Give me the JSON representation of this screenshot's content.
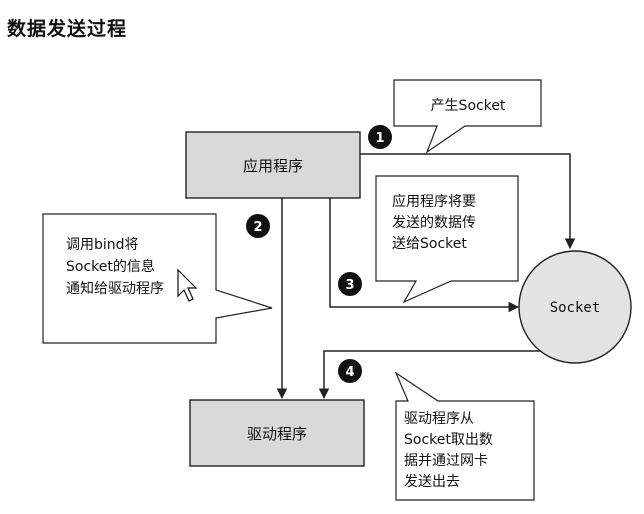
{
  "title": "数据发送过程",
  "nodes": {
    "app": "应用程序",
    "driver": "驱动程序",
    "socket": "Socket"
  },
  "steps": [
    "1",
    "2",
    "3",
    "4"
  ],
  "callouts": {
    "c1": [
      "产生Socket"
    ],
    "c2": [
      "调用bind将",
      "Socket的信息",
      "通知给驱动程序"
    ],
    "c3": [
      "应用程序将要",
      "发送的数据传",
      "送给Socket"
    ],
    "c4": [
      "驱动程序从",
      "Socket取出数",
      "据并通过网卡",
      "发送出去"
    ]
  },
  "colors": {
    "box_fill": "#d9d9d9",
    "circle_fill": "#e3e3e3",
    "line": "#222222",
    "badge": "#111111",
    "callout_fill": "#ffffff"
  }
}
